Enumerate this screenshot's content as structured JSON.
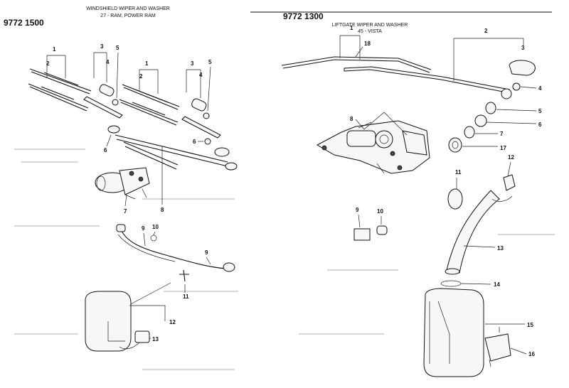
{
  "left_panel": {
    "part_code": "9772 1500",
    "title_line1": "WINDSHIELD WIPER AND WASHER",
    "title_line2": "27 - RAM, POWER RAM",
    "callouts": [
      "1",
      "2",
      "3",
      "4",
      "5",
      "1",
      "2",
      "3",
      "4",
      "5",
      "6",
      "6",
      "7",
      "8",
      "9",
      "10",
      "9",
      "11",
      "12",
      "13"
    ]
  },
  "right_panel": {
    "part_code": "9772 1300",
    "title_line1": "LIFTGATE WIPER AND WASHER",
    "title_line2": "45 - VISTA",
    "callouts": [
      "1",
      "18",
      "2",
      "3",
      "4",
      "5",
      "6",
      "7",
      "17",
      "8",
      "12",
      "11",
      "9",
      "10",
      "13",
      "14",
      "15",
      "16"
    ]
  }
}
